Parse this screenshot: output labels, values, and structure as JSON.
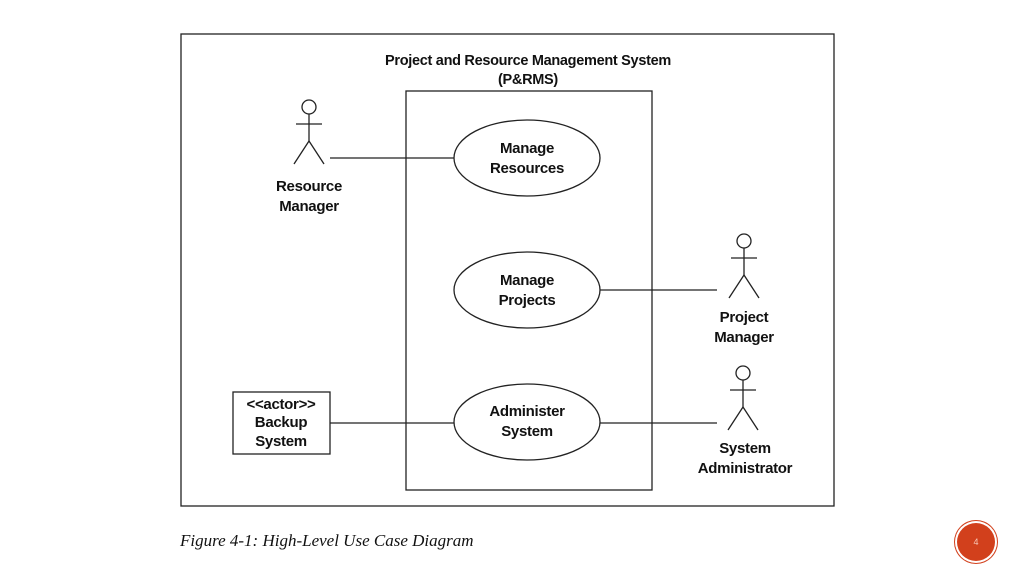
{
  "diagram": {
    "system": {
      "title_line1": "Project and Resource Management System",
      "title_line2": "(P&RMS)"
    },
    "use_cases": {
      "manage_resources": [
        "Manage",
        "Resources"
      ],
      "manage_projects": [
        "Manage",
        "Projects"
      ],
      "administer_system": [
        "Administer",
        "System"
      ]
    },
    "actors": {
      "resource_manager": [
        "Resource",
        "Manager"
      ],
      "project_manager": [
        "Project",
        "Manager"
      ],
      "system_administrator": [
        "System",
        "Administrator"
      ],
      "backup_system": [
        "<<actor>>",
        "Backup",
        "System"
      ]
    }
  },
  "caption": "Figure 4-1: High-Level Use Case Diagram",
  "slide_number": "4"
}
